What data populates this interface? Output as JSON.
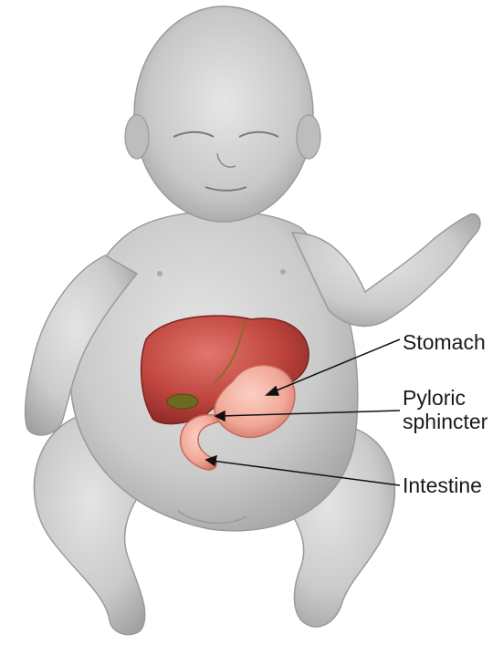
{
  "labels": {
    "stomach": "Stomach",
    "pyloric_line1": "Pyloric",
    "pyloric_line2": "sphincter",
    "intestine": "Intestine"
  },
  "colors": {
    "skin": "#cfcfcf",
    "skin_shadow": "#a9a9a9",
    "liver": "#c0463f",
    "liver_dark": "#8e2a26",
    "stomach": "#f2a999",
    "stomach_dark": "#d47a6b",
    "gallbladder": "#6b6a1f",
    "leader_line": "#111111"
  }
}
